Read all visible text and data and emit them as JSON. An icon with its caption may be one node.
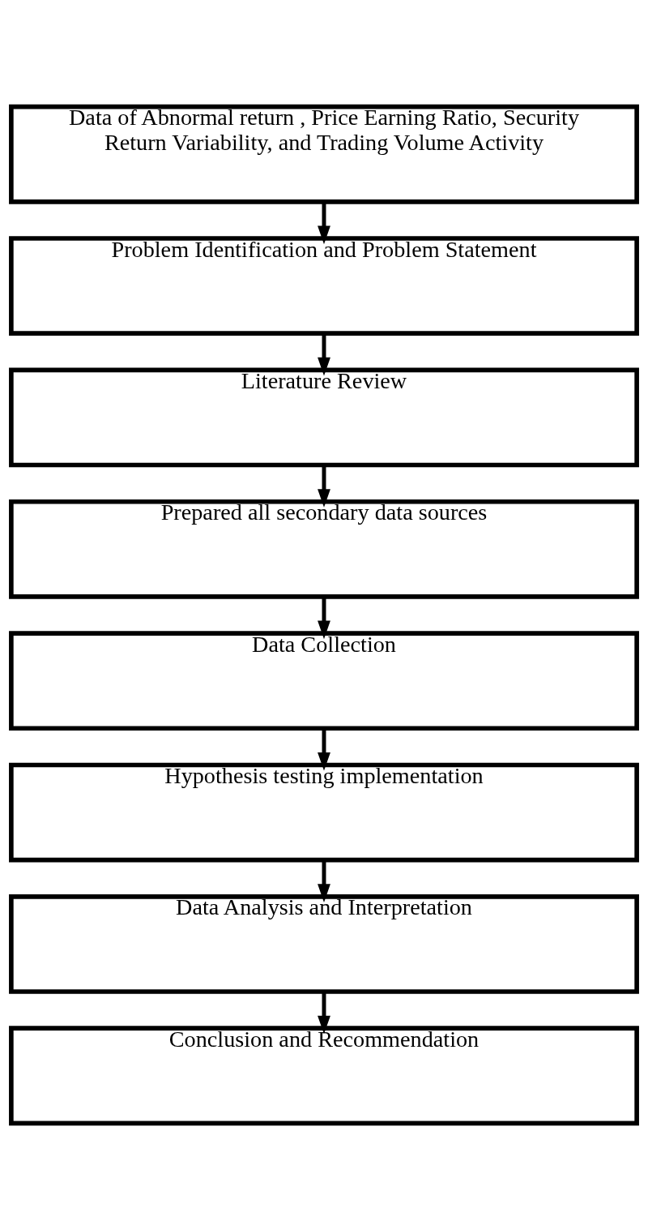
{
  "diagram": {
    "nodes": [
      {
        "text": [
          "Data of Abnormal return , Price Earning Ratio, Security Return Variability, and Trading Volume Activity"
        ]
      },
      {
        "text": [
          "Problem Identification and Problem Statement"
        ]
      },
      {
        "text": [
          "Literature Review"
        ]
      },
      {
        "text": [
          "Prepared all secondary data sources"
        ]
      },
      {
        "text": [
          "Data Collection"
        ]
      },
      {
        "text": [
          "Hypothesis testing implementation"
        ]
      },
      {
        "text": [
          "Data Analysis and Interpretation"
        ]
      },
      {
        "text": [
          "Conclusion and Recommendation"
        ]
      }
    ],
    "edges": [
      {
        "from": 0,
        "to": 1,
        "arrow": "to"
      },
      {
        "from": 1,
        "to": 2,
        "arrow": "to"
      },
      {
        "from": 2,
        "to": 3,
        "arrow": "to"
      },
      {
        "from": 3,
        "to": 4,
        "arrow": "to"
      },
      {
        "from": 4,
        "to": 5,
        "arrow": "to"
      },
      {
        "from": 5,
        "to": 6,
        "arrow": "to"
      },
      {
        "from": 6,
        "to": 7,
        "arrow": "to"
      }
    ]
  }
}
